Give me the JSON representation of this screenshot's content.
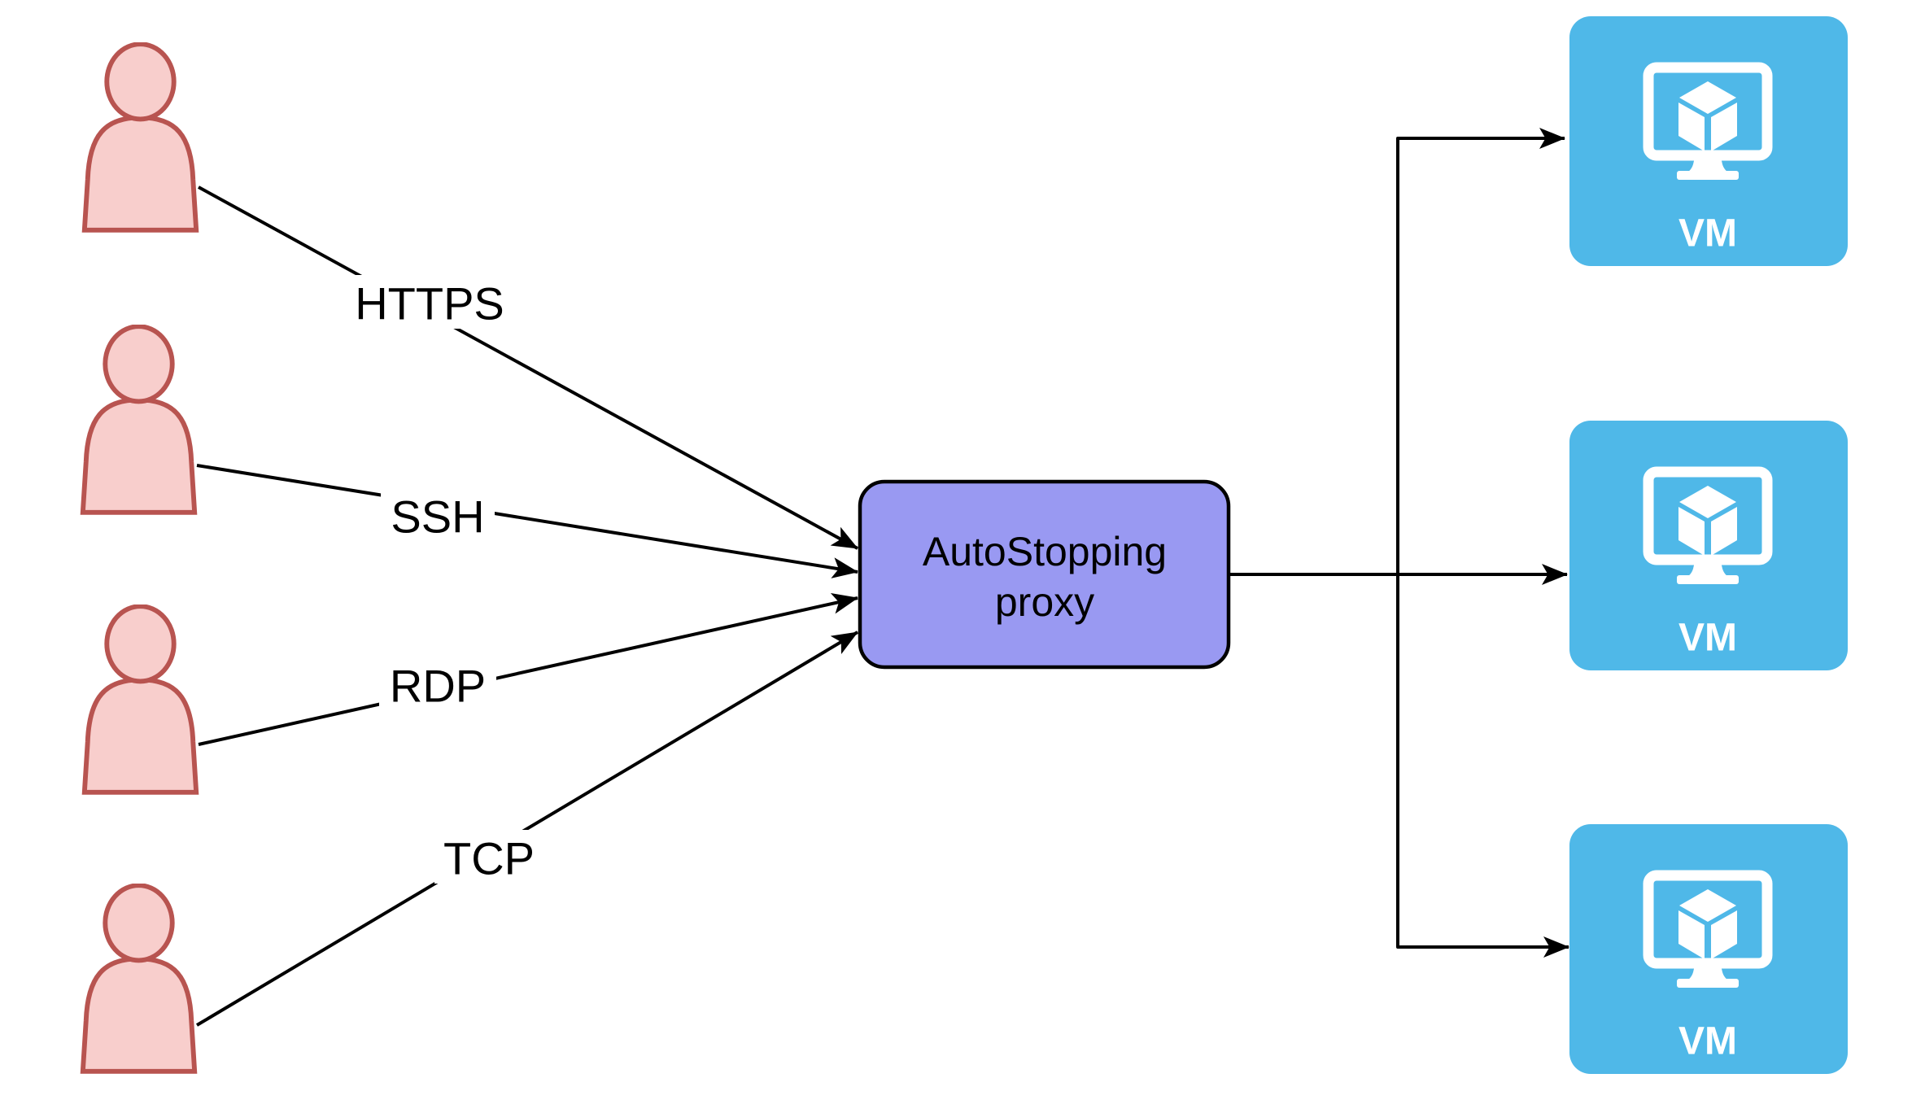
{
  "diagram": {
    "type": "flow-diagram",
    "users": [
      {
        "name": "user-1"
      },
      {
        "name": "user-2"
      },
      {
        "name": "user-3"
      },
      {
        "name": "user-4"
      }
    ],
    "connections": [
      {
        "from": "user-1",
        "to": "proxy",
        "label": "HTTPS"
      },
      {
        "from": "user-2",
        "to": "proxy",
        "label": "SSH"
      },
      {
        "from": "user-3",
        "to": "proxy",
        "label": "RDP"
      },
      {
        "from": "user-4",
        "to": "proxy",
        "label": "TCP"
      }
    ],
    "proxy": {
      "label": "AutoStopping proxy",
      "line1": "AutoStopping",
      "line2": "proxy"
    },
    "vms": [
      {
        "label": "VM"
      },
      {
        "label": "VM"
      },
      {
        "label": "VM"
      }
    ],
    "colors": {
      "background": "#FFFFFF",
      "user_fill": "#F8CECC",
      "user_stroke": "#B85450",
      "proxy_fill": "#9999F2",
      "proxy_stroke": "#000000",
      "proxy_text": "#000000",
      "vm_fill": "#4FB8E8",
      "vm_icon": "#FFFFFF",
      "vm_text": "#FFFFFF",
      "edge_stroke": "#000000",
      "edge_label_text": "#000000"
    }
  }
}
